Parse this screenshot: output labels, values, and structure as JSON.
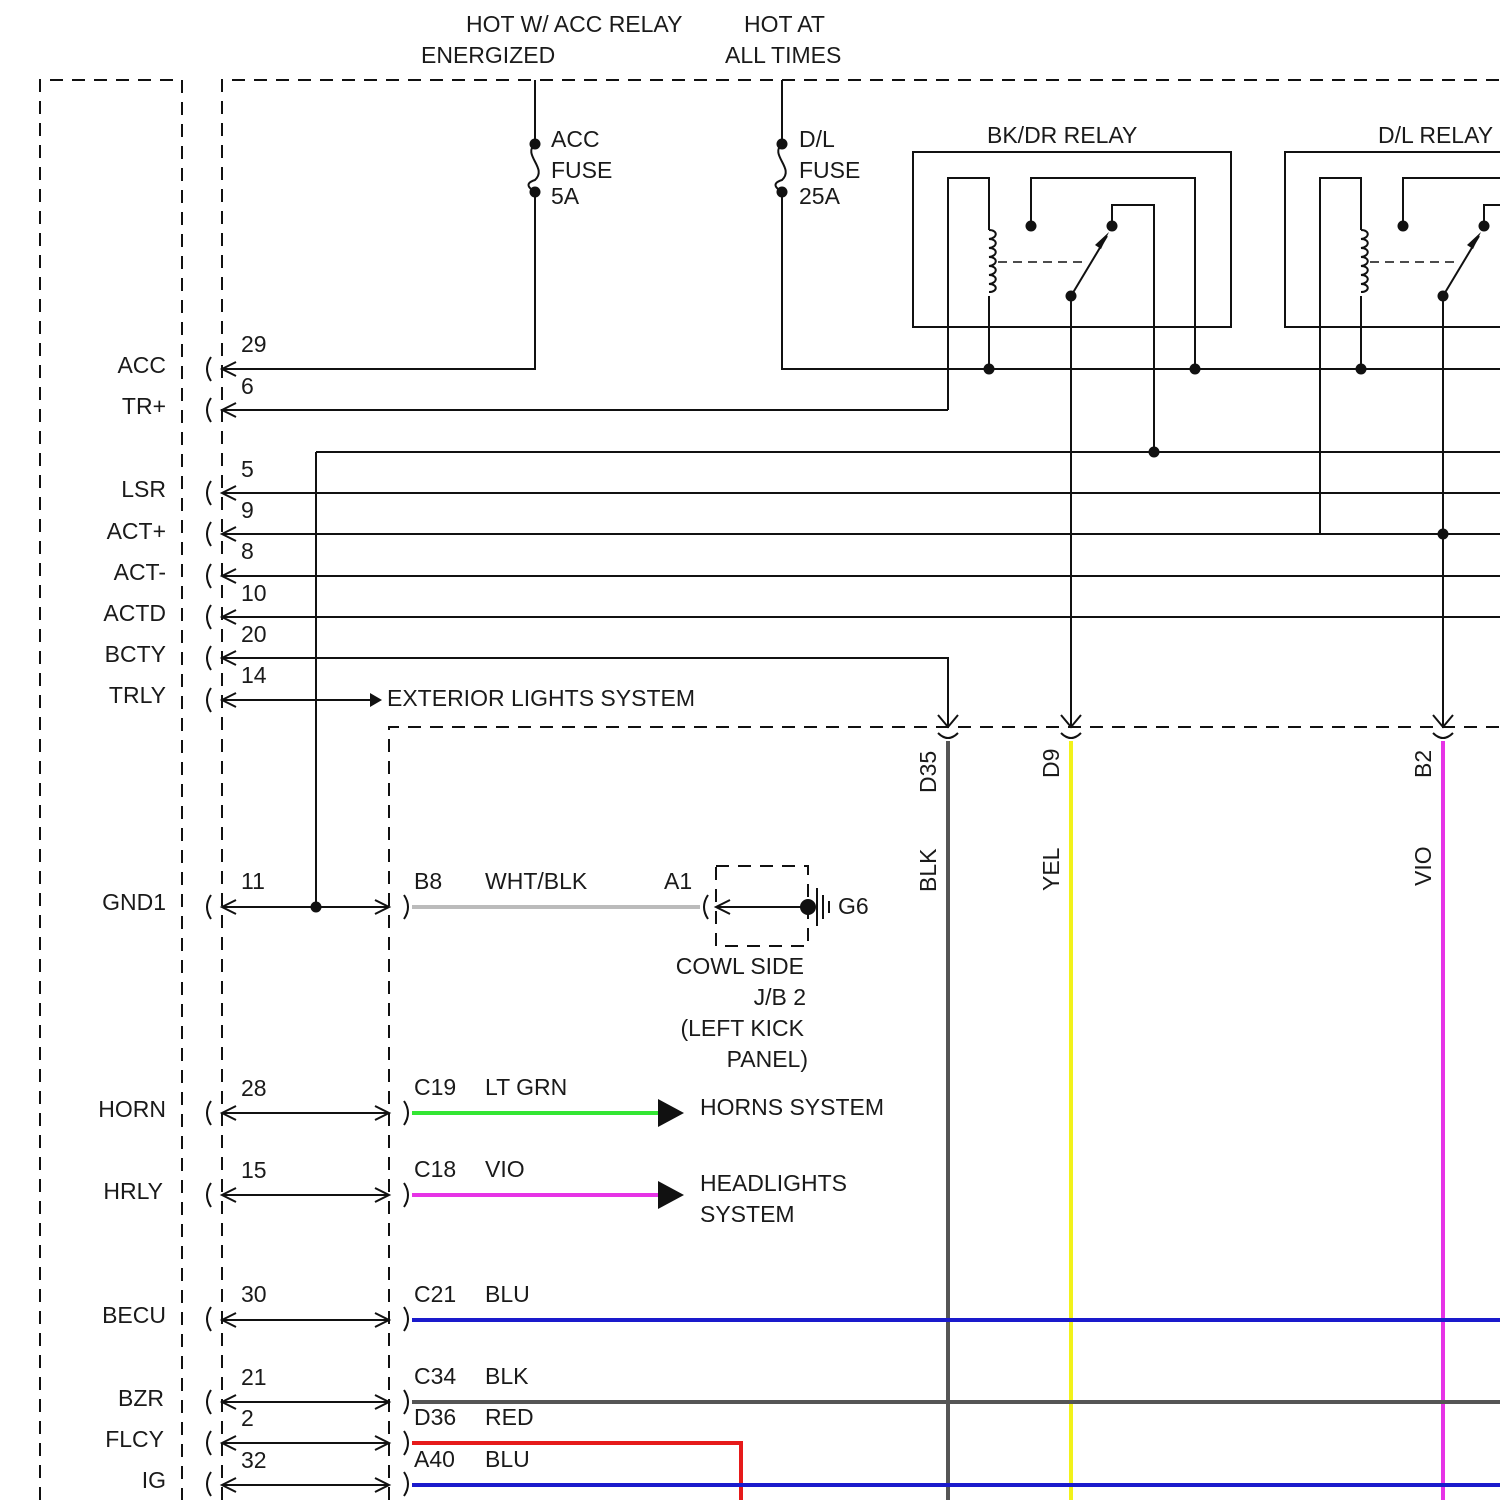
{
  "power": {
    "acc_relay": [
      "HOT W/ ACC RELAY",
      "ENERGIZED"
    ],
    "hot_all_times": [
      "HOT AT",
      "ALL TIMES"
    ]
  },
  "fuses": [
    {
      "lines": [
        "ACC",
        "FUSE",
        "5A"
      ]
    },
    {
      "lines": [
        "D/L",
        "FUSE",
        "25A"
      ]
    }
  ],
  "relays": {
    "bkdr": "BK/DR RELAY",
    "dl": "D/L RELAY"
  },
  "pins": [
    {
      "label": "ACC",
      "number": "29"
    },
    {
      "label": "TR+",
      "number": "6"
    },
    {
      "label": "LSR",
      "number": "5"
    },
    {
      "label": "ACT+",
      "number": "9"
    },
    {
      "label": "ACT-",
      "number": "8"
    },
    {
      "label": "ACTD",
      "number": "10"
    },
    {
      "label": "BCTY",
      "number": "20"
    },
    {
      "label": "TRLY",
      "number": "14"
    },
    {
      "label": "GND1",
      "number": "11"
    },
    {
      "label": "HORN",
      "number": "28"
    },
    {
      "label": "HRLY",
      "number": "15"
    },
    {
      "label": "BECU",
      "number": "30"
    },
    {
      "label": "BZR",
      "number": "21"
    },
    {
      "label": "FLCY",
      "number": "2"
    },
    {
      "label": "IG",
      "number": "32"
    }
  ],
  "exterior_lights": "EXTERIOR LIGHTS SYSTEM",
  "ground": {
    "connector": "B8",
    "wire_color_label": "WHT/BLK",
    "jb_pin": "A1",
    "ground_point": "G6",
    "location": [
      "COWL SIDE",
      "J/B 2",
      "(LEFT KICK",
      "PANEL)"
    ]
  },
  "circuits": [
    {
      "connector": "C19",
      "wire": "LT GRN"
    },
    {
      "connector": "C18",
      "wire": "VIO"
    },
    {
      "connector": "C21",
      "wire": "BLU"
    },
    {
      "connector": "C34",
      "wire": "BLK"
    },
    {
      "connector": "D36",
      "wire": "RED"
    },
    {
      "connector": "A40",
      "wire": "BLU"
    }
  ],
  "destinations": {
    "horns": "HORNS SYSTEM",
    "headlights": [
      "HEADLIGHTS",
      "SYSTEM"
    ]
  },
  "vertical_wires": [
    {
      "connector": "D35",
      "wire": "BLK"
    },
    {
      "connector": "D9",
      "wire": "YEL"
    },
    {
      "connector": "B2",
      "wire": "VIO"
    }
  ],
  "colors": {
    "lt_grn": "#33e633",
    "vio": "#e633e6",
    "blu": "#1a1acc",
    "blk": "#555555",
    "red": "#e61a1a",
    "yel": "#f2f21a",
    "wht_blk": "#bbbbbb"
  }
}
